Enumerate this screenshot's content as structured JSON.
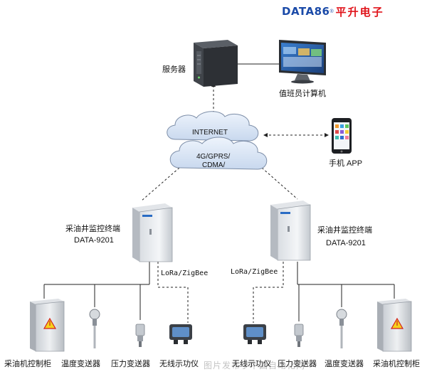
{
  "brand": {
    "en": "DATA86",
    "cn": "平升电子"
  },
  "nodes": {
    "server": "服务器",
    "duty_computer": "值班员计算机",
    "internet": "INTERNET",
    "network_line1": "4G/GPRS/",
    "network_line2": "CDMA/",
    "mobile_app": "手机 APP"
  },
  "terminal_left": {
    "title": "采油井监控终端",
    "model": "DATA-9201",
    "link": "LoRa/ZigBee"
  },
  "terminal_right": {
    "title": "采油井监控终端",
    "model": "DATA-9201",
    "link": "LoRa/ZigBee"
  },
  "devices_left": [
    "采油机控制柜",
    "温度变送器",
    "压力变送器",
    "无线示功仪"
  ],
  "devices_right": [
    "无线示功仪",
    "压力变送器",
    "温度变送器",
    "采油机控制柜"
  ],
  "watermark": "图片发布于中国自动化网"
}
